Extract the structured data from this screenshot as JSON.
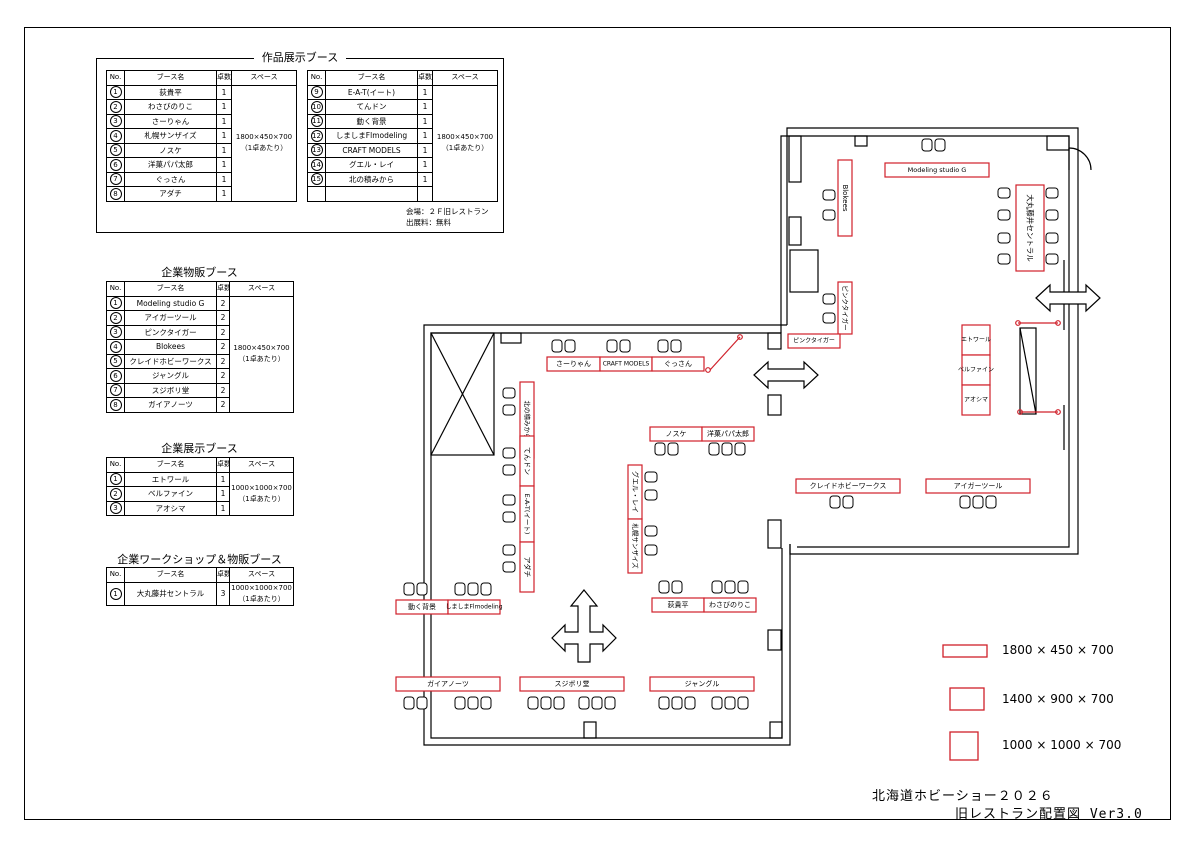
{
  "exhibit": {
    "title": "作品展示ブース",
    "header": [
      "No.",
      "ブース名",
      "卓数",
      "スペース"
    ],
    "space": "1800×450×700\n（1卓あたり）",
    "left": [
      {
        "no": "1",
        "name": "荻貴平",
        "count": "1"
      },
      {
        "no": "2",
        "name": "わさびのりこ",
        "count": "1"
      },
      {
        "no": "3",
        "name": "さーりゃん",
        "count": "1"
      },
      {
        "no": "4",
        "name": "札幌サンザイズ",
        "count": "1"
      },
      {
        "no": "5",
        "name": "ノスケ",
        "count": "1"
      },
      {
        "no": "6",
        "name": "洋菓パパ太郎",
        "count": "1"
      },
      {
        "no": "7",
        "name": "ぐっさん",
        "count": "1"
      },
      {
        "no": "8",
        "name": "アダチ",
        "count": "1"
      }
    ],
    "right": [
      {
        "no": "9",
        "name": "E-A-T(イート)",
        "count": "1"
      },
      {
        "no": "10",
        "name": "てんドン",
        "count": "1"
      },
      {
        "no": "11",
        "name": "動く背景",
        "count": "1"
      },
      {
        "no": "12",
        "name": "しましまFlmodeling",
        "count": "1"
      },
      {
        "no": "13",
        "name": "CRAFT MODELS",
        "count": "1"
      },
      {
        "no": "14",
        "name": "グエル・レイ",
        "count": "1"
      },
      {
        "no": "15",
        "name": "北の積みから",
        "count": "1"
      },
      {
        "no": "",
        "name": "",
        "count": ""
      }
    ],
    "venue": "会場：２Ｆ旧レストラン",
    "fee": "出展料：無料"
  },
  "corp_sales": {
    "title": "企業物販ブース",
    "header": [
      "No.",
      "ブース名",
      "卓数",
      "スペース"
    ],
    "space": "1800×450×700\n（1卓あたり）",
    "rows": [
      {
        "no": "1",
        "name": "Modeling studio G",
        "count": "2"
      },
      {
        "no": "2",
        "name": "アイガーツール",
        "count": "2"
      },
      {
        "no": "3",
        "name": "ピンクタイガー",
        "count": "2"
      },
      {
        "no": "4",
        "name": "Blokees",
        "count": "2"
      },
      {
        "no": "5",
        "name": "クレイドホビーワークス",
        "count": "2"
      },
      {
        "no": "6",
        "name": "ジャングル",
        "count": "2"
      },
      {
        "no": "7",
        "name": "スジボリ堂",
        "count": "2"
      },
      {
        "no": "8",
        "name": "ガイアノーツ",
        "count": "2"
      }
    ]
  },
  "corp_exhibit": {
    "title": "企業展示ブース",
    "header": [
      "No.",
      "ブース名",
      "卓数",
      "スペース"
    ],
    "space": "1000×1000×700\n（1卓あたり）",
    "rows": [
      {
        "no": "1",
        "name": "エトワール",
        "count": "1"
      },
      {
        "no": "2",
        "name": "ベルファイン",
        "count": "1"
      },
      {
        "no": "3",
        "name": "アオシマ",
        "count": "1"
      }
    ]
  },
  "workshop": {
    "title": "企業ワークショップ＆物販ブース",
    "header": [
      "No.",
      "ブース名",
      "卓数",
      "スペース"
    ],
    "space": "1000×1000×700\n（1卓あたり）",
    "rows": [
      {
        "no": "1",
        "name": "大丸藤井セントラル",
        "count": "3"
      }
    ]
  },
  "map_labels": {
    "sarryan": "さーりゃん",
    "craft": "CRAFT MODELS",
    "gussan": "ぐっさん",
    "kita": "北の積みから",
    "tendon": "てんドン",
    "eat": "E-A-T(イート)",
    "adachi": "アダチ",
    "nosuke": "ノスケ",
    "yougashi": "洋菓パパ太郎",
    "gueru": "グエル・レイ",
    "sapporo": "札幌サンザイズ",
    "ogihira": "荻貴平",
    "wasabi": "わさびのりこ",
    "ugoku": "動く背景",
    "shima": "しましまFlmodeling",
    "gaia": "ガイアノーツ",
    "sujibori": "スジボリ堂",
    "jungle": "ジャングル",
    "msg": "Modeling studio G",
    "blokees": "Blokees",
    "pink_v": "ピンクタイガー",
    "pink_h": "ピンクタイガー",
    "daimaru": "大丸藤井セントラル",
    "etoile": "エトワール",
    "belfine": "ベルファイン",
    "aoshima": "アオシマ",
    "cradle": "クレイドホビーワークス",
    "eiger": "アイガーツール"
  },
  "legend": [
    "1800 × 450 × 700",
    "1400 × 900 × 700",
    "1000 × 1000 × 700"
  ],
  "footer": {
    "line1": "北海道ホビーショー２０２６",
    "line2": "旧レストラン配置図 Ver3.0"
  },
  "colors": {
    "booth": "#d0202a",
    "wall": "#000000"
  }
}
